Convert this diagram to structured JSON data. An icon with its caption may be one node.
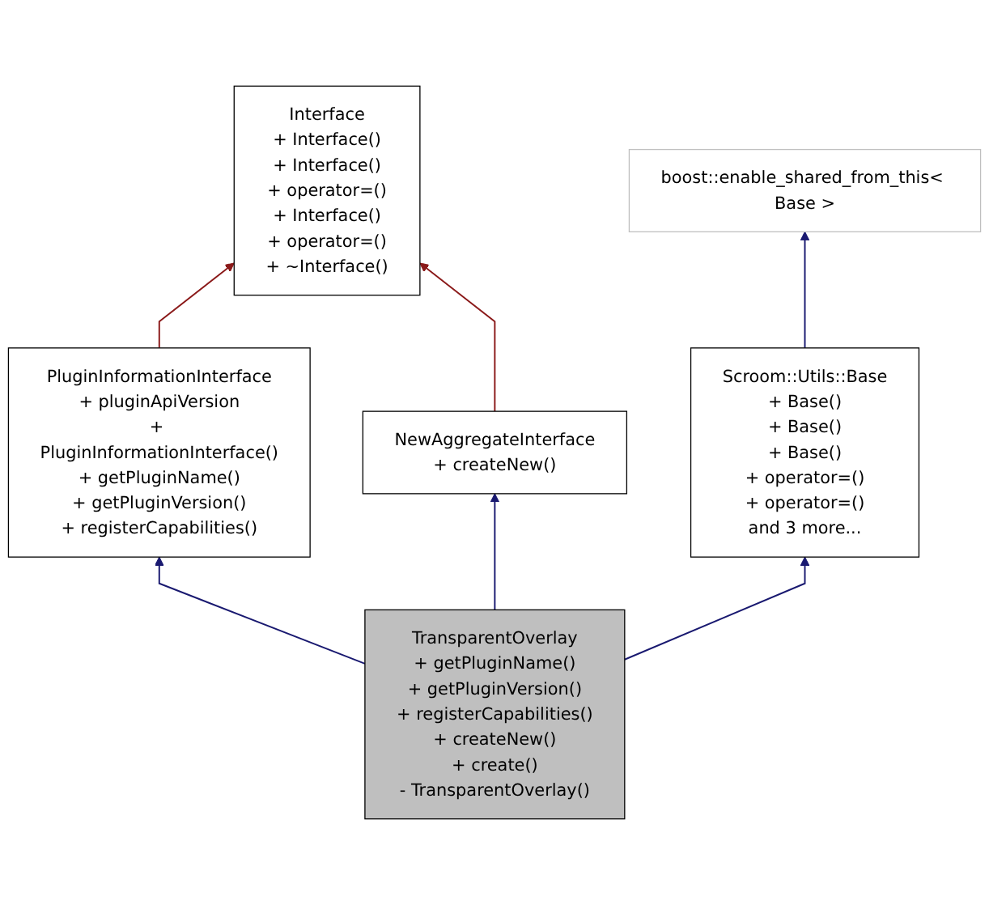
{
  "diagram": {
    "nodes": [
      {
        "text": [
          "Interface",
          "+ Interface()",
          "+ Interface()",
          "+ operator=()",
          "+ Interface()",
          "+ operator=()",
          "+ ~Interface()"
        ]
      },
      {
        "text": [
          "boost::enable_shared_from_this< Base >"
        ]
      },
      {
        "text": [
          "PluginInformationInterface",
          "+ pluginApiVersion",
          "+ PluginInformationInterface()",
          "+ getPluginName()",
          "+ getPluginVersion()",
          "+ registerCapabilities()"
        ]
      },
      {
        "text": [
          "NewAggregateInterface",
          "+ createNew()"
        ]
      },
      {
        "text": [
          "Scroom::Utils::Base",
          "+ Base()",
          "+ Base()",
          "+ Base()",
          "+ operator=()",
          "+ operator=()",
          "and 3 more..."
        ]
      },
      {
        "text": [
          "TransparentOverlay",
          "+ getPluginName()",
          "+ getPluginVersion()",
          "+ registerCapabilities()",
          "+ createNew()",
          "+ create()",
          "- TransparentOverlay()"
        ]
      }
    ],
    "edges": [
      {
        "from": 2,
        "to": 0,
        "arrow": "to",
        "color": "#8b1a1a"
      },
      {
        "from": 3,
        "to": 0,
        "arrow": "to",
        "color": "#8b1a1a"
      },
      {
        "from": 4,
        "to": 1,
        "arrow": "to"
      },
      {
        "from": 5,
        "to": 2,
        "arrow": "to"
      },
      {
        "from": 5,
        "to": 3,
        "arrow": "to"
      },
      {
        "from": 5,
        "to": 4,
        "arrow": "to"
      }
    ]
  }
}
